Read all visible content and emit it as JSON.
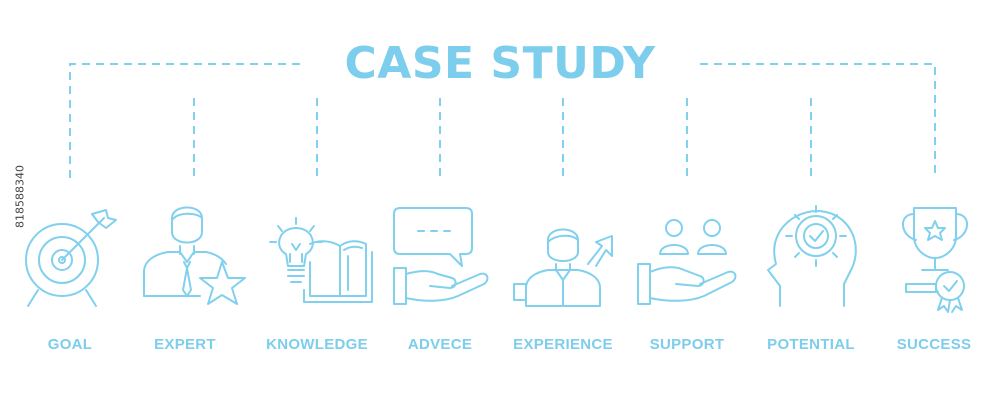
{
  "title": "CASE STUDY",
  "side_id": "818588340",
  "steps": [
    {
      "label": "GOAL",
      "icon": "target-arrow-icon"
    },
    {
      "label": "EXPERT",
      "icon": "expert-star-icon"
    },
    {
      "label": "KNOWLEDGE",
      "icon": "lightbulb-book-icon"
    },
    {
      "label": "ADVECE",
      "icon": "hand-speech-bubble-icon"
    },
    {
      "label": "EXPERIENCE",
      "icon": "person-growth-arrow-icon"
    },
    {
      "label": "SUPPORT",
      "icon": "hand-people-icon"
    },
    {
      "label": "POTENTIAL",
      "icon": "head-gear-icon"
    },
    {
      "label": "SUCCESS",
      "icon": "trophy-medal-icon"
    }
  ],
  "colors": {
    "accent": "#7dcdec",
    "line": "#80d0ee"
  }
}
